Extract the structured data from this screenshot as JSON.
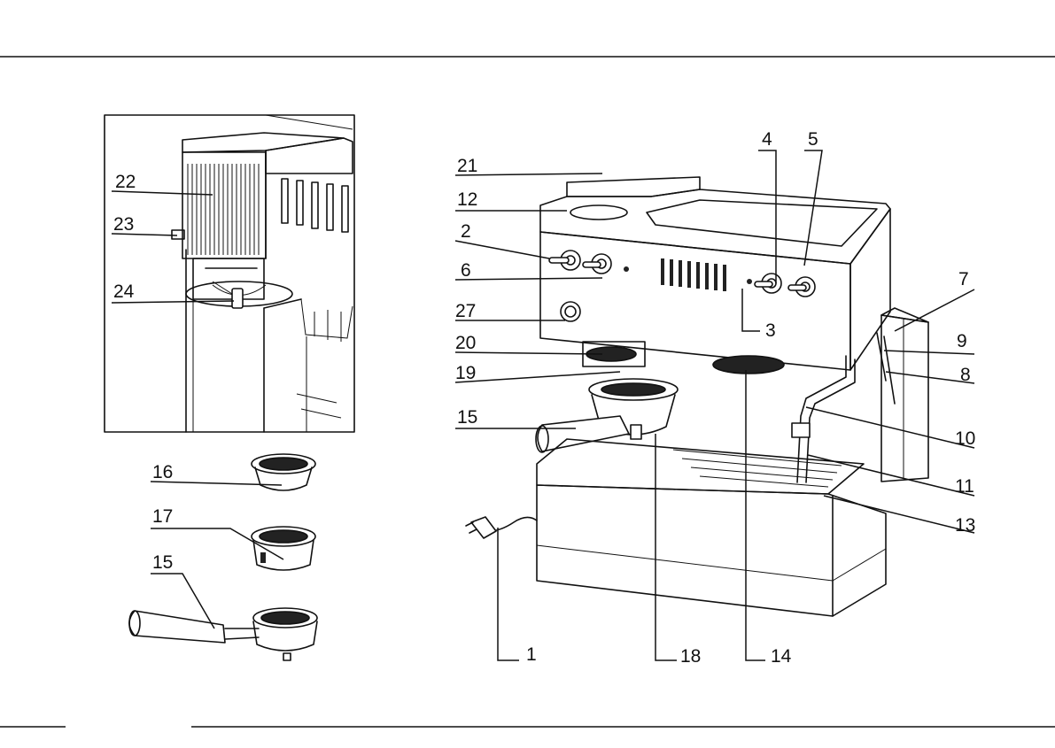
{
  "labels": {
    "l1": "1",
    "l2": "2",
    "l3": "3",
    "l4": "4",
    "l5": "5",
    "l6": "6",
    "l7": "7",
    "l8": "8",
    "l9": "9",
    "l10": "10",
    "l11": "11",
    "l12": "12",
    "l13": "13",
    "l14": "14",
    "l15": "15",
    "l15b": "15",
    "l16": "16",
    "l17": "17",
    "l18": "18",
    "l19": "19",
    "l20": "20",
    "l21": "21",
    "l22": "22",
    "l23": "23",
    "l24": "24",
    "l27": "27"
  }
}
